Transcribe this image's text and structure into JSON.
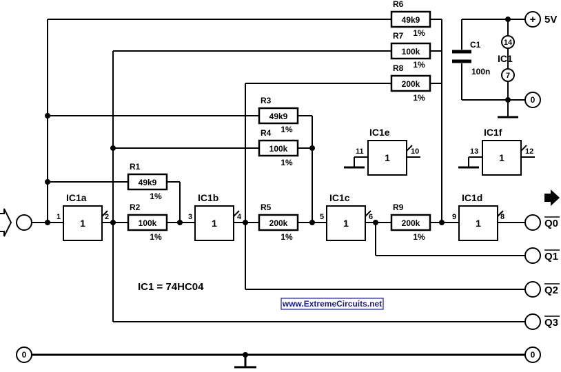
{
  "resistors": [
    {
      "id": "r1",
      "name": "R1",
      "value": "49k9",
      "tolerance": "1%"
    },
    {
      "id": "r2",
      "name": "R2",
      "value": "100k",
      "tolerance": "1%"
    },
    {
      "id": "r3",
      "name": "R3",
      "value": "49k9",
      "tolerance": "1%"
    },
    {
      "id": "r4",
      "name": "R4",
      "value": "100k",
      "tolerance": "1%"
    },
    {
      "id": "r5",
      "name": "R5",
      "value": "200k",
      "tolerance": "1%"
    },
    {
      "id": "r6",
      "name": "R6",
      "value": "49k9",
      "tolerance": "1%"
    },
    {
      "id": "r7",
      "name": "R7",
      "value": "100k",
      "tolerance": "1%"
    },
    {
      "id": "r8",
      "name": "R8",
      "value": "200k",
      "tolerance": "1%"
    },
    {
      "id": "r9",
      "name": "R9",
      "value": "200k",
      "tolerance": "1%"
    }
  ],
  "gates": [
    {
      "id": "ic1a",
      "name": "IC1a",
      "symbol": "1",
      "pin_in": "1",
      "pin_out": "2"
    },
    {
      "id": "ic1b",
      "name": "IC1b",
      "symbol": "1",
      "pin_in": "3",
      "pin_out": "4"
    },
    {
      "id": "ic1c",
      "name": "IC1c",
      "symbol": "1",
      "pin_in": "5",
      "pin_out": "6"
    },
    {
      "id": "ic1d",
      "name": "IC1d",
      "symbol": "1",
      "pin_in": "9",
      "pin_out": "8"
    },
    {
      "id": "ic1e",
      "name": "IC1e",
      "symbol": "1",
      "pin_in": "11",
      "pin_out": "10"
    },
    {
      "id": "ic1f",
      "name": "IC1f",
      "symbol": "1",
      "pin_in": "13",
      "pin_out": "12"
    }
  ],
  "capacitor": {
    "name": "C1",
    "value": "100n"
  },
  "supply": {
    "ic_label": "IC1",
    "vcc_pin": "14",
    "gnd_pin": "7",
    "vcc_label": "5V",
    "plus_symbol": "+",
    "ground_symbol": "0"
  },
  "outputs": [
    {
      "id": "q0",
      "label": "Q0"
    },
    {
      "id": "q1",
      "label": "Q1"
    },
    {
      "id": "q2",
      "label": "Q2"
    },
    {
      "id": "q3",
      "label": "Q3"
    }
  ],
  "ic_type_note": "IC1 = 74HC04",
  "watermark": "www.ExtremeCircuits.net",
  "ground_rail": {
    "left_symbol": "0",
    "right_symbol": "0"
  }
}
